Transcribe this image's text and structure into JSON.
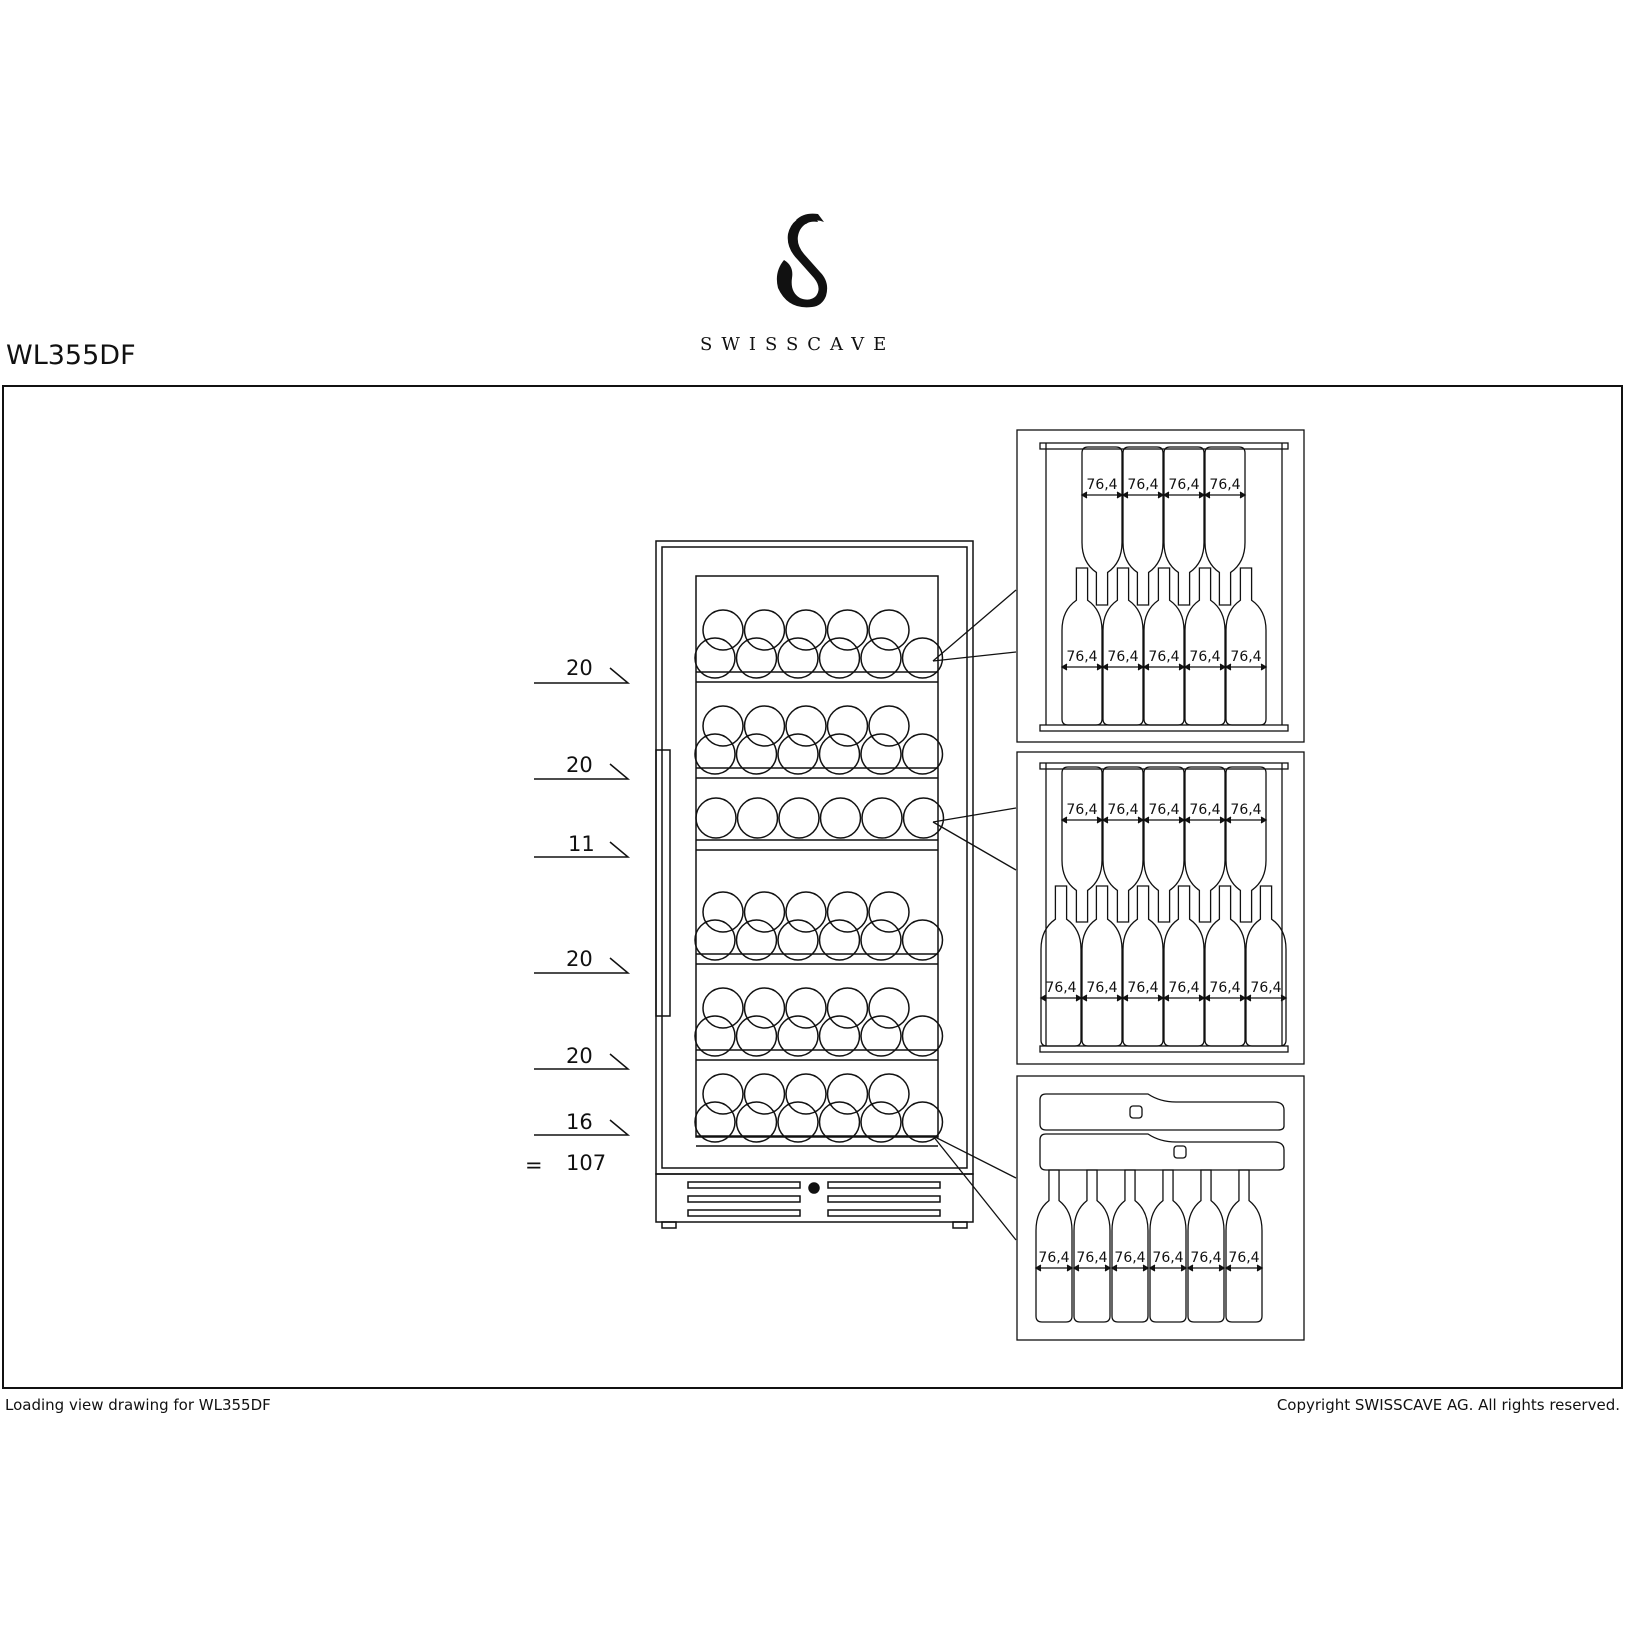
{
  "header": {
    "model": "WL355DF",
    "brand": "SWISSCAVE",
    "logo_icon": "swisscave-s-shield-logo"
  },
  "loading": {
    "shelves": [
      {
        "count": "20",
        "icon": "double-row-shelf"
      },
      {
        "count": "20",
        "icon": "double-row-shelf"
      },
      {
        "count": "11",
        "icon": "single-row-shelf"
      },
      {
        "count": "20",
        "icon": "double-row-shelf"
      },
      {
        "count": "20",
        "icon": "double-row-shelf"
      },
      {
        "count": "16",
        "icon": "bottom-shelf"
      }
    ],
    "total_sign": "=",
    "total": "107"
  },
  "details": {
    "bottle_spacing": "76,4",
    "detail_1": {
      "top_row": 4,
      "bottom_row": 5
    },
    "detail_2": {
      "top_row": 5,
      "bottom_row": 6
    },
    "detail_3": {
      "bottom_row": 6
    }
  },
  "footer": {
    "caption": "Loading view drawing for WL355DF",
    "copyright": "Copyright SWISSCAVE AG. All rights reserved."
  }
}
